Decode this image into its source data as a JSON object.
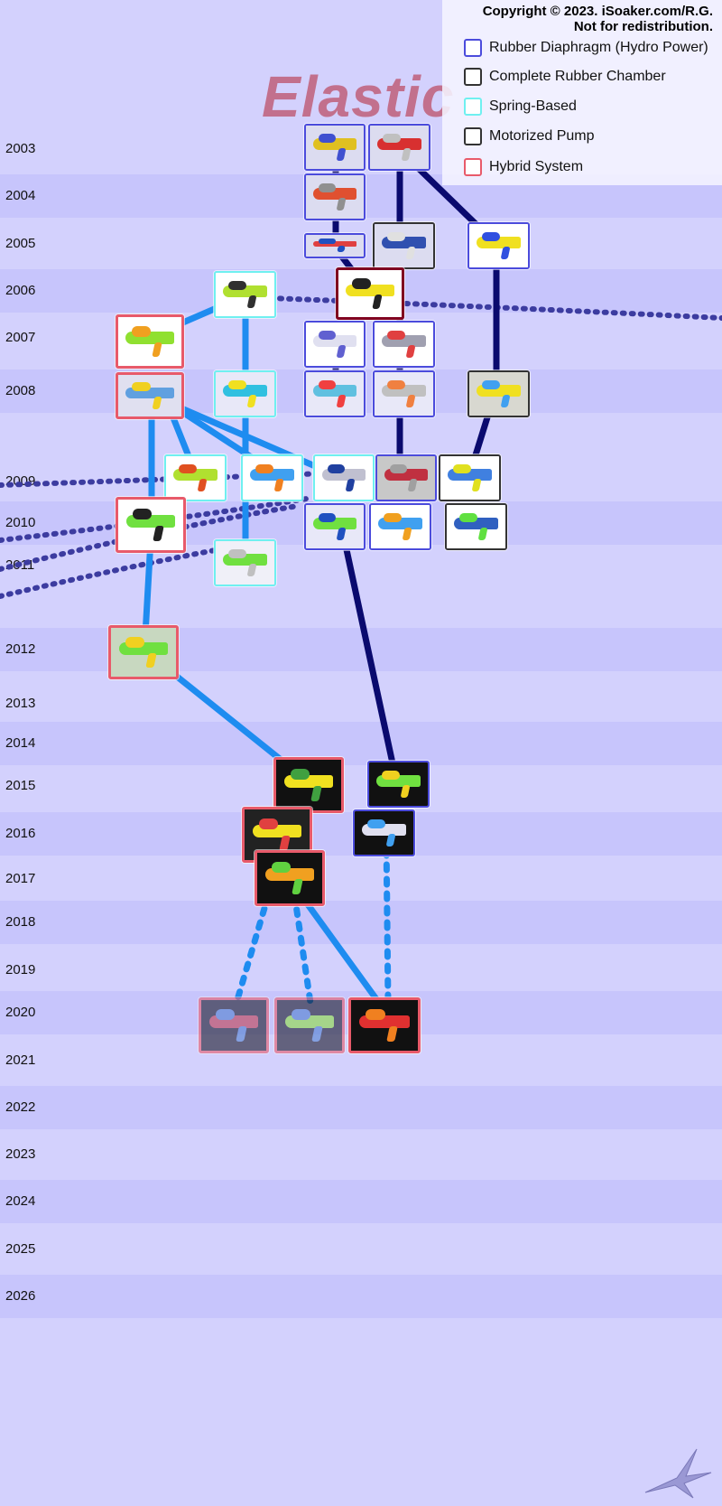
{
  "title": "Elastic",
  "copyright": {
    "line1": "Copyright © 2023. iSoaker.com/R.G.",
    "line2": "Not for redistribution."
  },
  "legend": [
    {
      "label": "Rubber Diaphragm (Hydro Power)",
      "color": "#4b4bdc"
    },
    {
      "label": "Complete Rubber Chamber",
      "color": "#333333"
    },
    {
      "label": "Spring-Based",
      "color": "#6ff0f0"
    },
    {
      "label": "Motorized Pump",
      "color": "#333333"
    },
    {
      "label": "Hybrid System",
      "color": "#e85a6a"
    }
  ],
  "years": [
    "2003",
    "2004",
    "2005",
    "2006",
    "2007",
    "2008",
    "2009",
    "2010",
    "2011",
    "2012",
    "2013",
    "2014",
    "2015",
    "2016",
    "2017",
    "2018",
    "2019",
    "2020",
    "2021",
    "2022",
    "2023",
    "2024",
    "2025",
    "2026"
  ],
  "line_colors": {
    "light": "#1e8cf0",
    "dark": "#0a0a6e",
    "dashed": "#3c3ca0"
  },
  "icons": {
    "logo": "star-swoosh-logo",
    "node_image": "water-blaster-photo"
  }
}
